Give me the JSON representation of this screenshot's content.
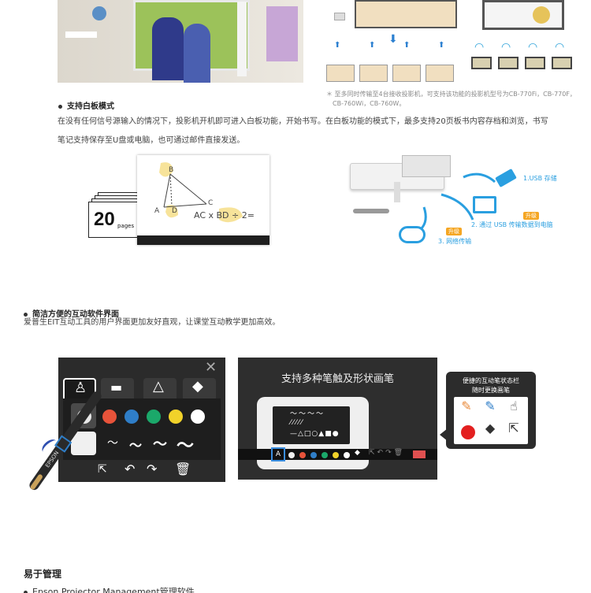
{
  "top_note": {
    "line1": "＊ 至多同时传输至4台接收投影机，可支持该功能的投影机型号为CB-770Fi，CB-770F，",
    "line2": "CB-760Wi，CB-760W。"
  },
  "whiteboard": {
    "heading": "支持白板模式",
    "para_line1": "在没有任何信号源输入的情况下，投影机开机即可进入白板功能，开始书写。在白板功能的模式下，最多支持20页板书内容存档和浏览，书写",
    "para_line2": "笔记支持保存至U盘或电脑，也可通过邮件直接发送。",
    "pages_number": "20",
    "pages_label": "pages",
    "board_labels": {
      "b": "B",
      "a": "A",
      "d": "D",
      "c": "C",
      "formula": "AC x BD ÷ 2="
    },
    "usb_label": "1.USB 存储",
    "pc_label": "2. 通过 USB 传输数据到电脑",
    "net_label": "3. 网络传输",
    "upgrade_badge": "升级"
  },
  "software": {
    "heading": "简洁方便的互动软件界面",
    "para": "爱普生EIT互动工具的用户界面更加友好直观，让课堂互动教学更加高效。",
    "panel_title": "支持多种笔触及形状画笔",
    "pen_brand": "EPSON",
    "tooltip_line1": "便捷的互动笔状态栏",
    "tooltip_line2": "随时更换画笔",
    "colors": [
      "#f2f2f2",
      "#e8533a",
      "#2f7ec8",
      "#1ba86a",
      "#f1d22a",
      "#ffffff"
    ]
  },
  "management": {
    "heading": "易于管理",
    "subheading": "Epson Projector Management管理软件"
  }
}
